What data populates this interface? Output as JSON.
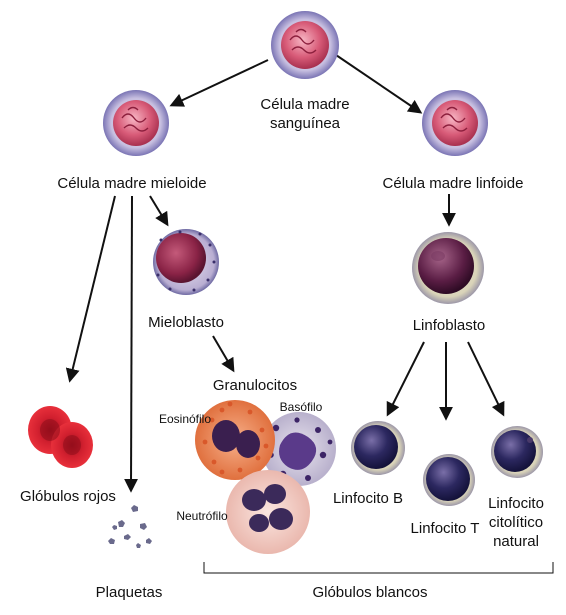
{
  "diagram": {
    "labels": {
      "stem_cell_line1": "Célula madre",
      "stem_cell_line2": "sanguínea",
      "myeloid_stem_cell": "Célula madre mieloide",
      "lymphoid_stem_cell": "Célula madre linfoide",
      "myeloblast": "Mieloblasto",
      "lymphoblast": "Linfoblasto",
      "granulocytes": "Granulocitos",
      "eosinophil": "Eosinófilo",
      "basophil": "Basófilo",
      "neutrophil": "Neutrófilo",
      "red_blood_cells": "Glóbulos rojos",
      "platelets": "Plaquetas",
      "b_lymphocyte": "Linfocito B",
      "t_lymphocyte": "Linfocito T",
      "nk_line1": "Linfocito",
      "nk_line2": "citolítico",
      "nk_line3": "natural",
      "white_blood_cells": "Glóbulos blancos"
    }
  }
}
